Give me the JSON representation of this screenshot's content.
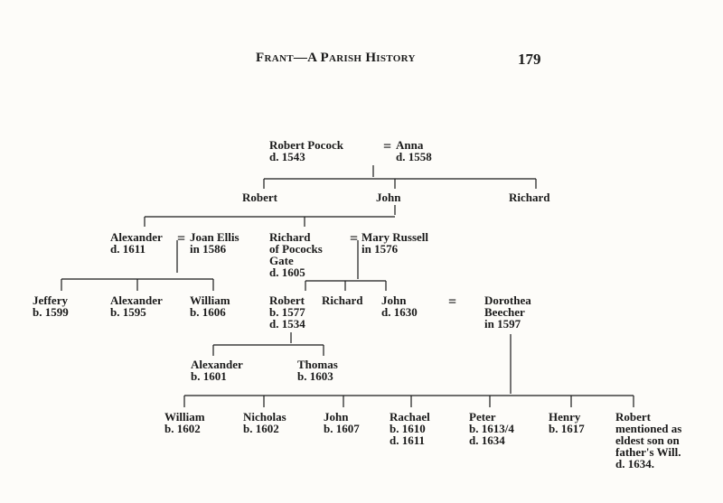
{
  "header": {
    "title": "Frant—A Parish History",
    "page_number": "179"
  },
  "persons": {
    "robert_pocock": "Robert Pocock\nd. 1543",
    "anna": "Anna\nd. 1558",
    "robert_1": "Robert",
    "john_1": "John",
    "richard_1": "Richard",
    "alexander_1": "Alexander\nd. 1611",
    "joan_ellis": "Joan Ellis\nin 1586",
    "richard_pococks": "Richard\nof Pococks\nGate\nd. 1605",
    "mary_russell": "Mary Russell\nin 1576",
    "jeffery": "Jeffery\nb. 1599",
    "alexander_2": "Alexander\nb. 1595",
    "william_1": "William\nb. 1606",
    "robert_2": "Robert\nb. 1577\nd. 1534",
    "richard_2": "Richard",
    "john_2": "John\nd. 1630",
    "dorothea": "Dorothea\nBeecher\nin 1597",
    "alexander_3": "Alexander\nb. 1601",
    "thomas": "Thomas\nb. 1603",
    "william_2": "William\nb. 1602",
    "nicholas": "Nicholas\nb. 1602",
    "john_3": "John\nb. 1607",
    "rachael": "Rachael\nb. 1610\nd. 1611",
    "peter": "Peter\nb. 1613/4\nd. 1634",
    "henry": "Henry\nb. 1617",
    "robert_3": "Robert\nmentioned as\neldest son on\nfather's Will.\nd. 1634."
  },
  "marriage_symbol": "="
}
